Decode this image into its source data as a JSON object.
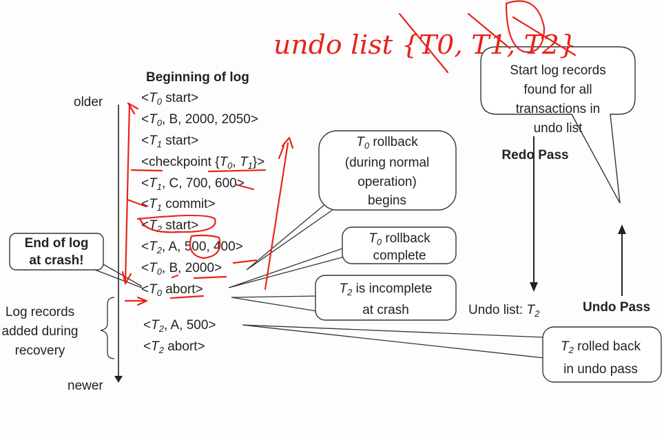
{
  "log": {
    "heading": "Beginning of log",
    "entries": [
      {
        "pre": "<",
        "t": "T",
        "sub": "0",
        "post": " start>"
      },
      {
        "pre": "<",
        "t": "T",
        "sub": "0",
        "post": ", B, 2000, 2050>"
      },
      {
        "pre": "<",
        "t": "T",
        "sub": "1",
        "post": " start>"
      },
      {
        "pre": "<checkpoint {",
        "t": "T",
        "sub": "0",
        "mid": ", ",
        "t2": "T",
        "sub2": "1",
        "post": "}>"
      },
      {
        "pre": "<",
        "t": "T",
        "sub": "1",
        "post": ", C, 700, 600>"
      },
      {
        "pre": "<",
        "t": "T",
        "sub": "1",
        "post": " commit>"
      },
      {
        "pre": "<",
        "t": "T",
        "sub": "2",
        "post": " start>"
      },
      {
        "pre": "<",
        "t": "T",
        "sub": "2",
        "post": ", A, 500, 400>"
      },
      {
        "pre": "<",
        "t": "T",
        "sub": "0",
        "post": ", B, 2000>"
      },
      {
        "pre": "<",
        "t": "T",
        "sub": "0",
        "post": " abort>"
      },
      {
        "pre": "<",
        "t": "T",
        "sub": "2",
        "post": ", A, 500>"
      },
      {
        "pre": "<",
        "t": "T",
        "sub": "2",
        "post": " abort>"
      }
    ]
  },
  "axis": {
    "older": "older",
    "newer": "newer"
  },
  "end_of_log": {
    "line1": "End of log",
    "line2": "at crash!"
  },
  "recovery_label": [
    "Log records",
    "added during",
    "recovery"
  ],
  "callouts": {
    "rollback_begins": {
      "t": "T",
      "sub": "0",
      "l1": "  rollback",
      "l2": "(during normal",
      "l3": "operation)",
      "l4": "begins"
    },
    "rollback_complete": {
      "t": "T",
      "sub": "0",
      "l1": "  rollback",
      "l2": "complete"
    },
    "incomplete": {
      "t": "T",
      "sub": "2",
      "l1": " is incomplete",
      "l2": "at crash"
    },
    "rolled_back": {
      "t": "T",
      "sub": "2",
      "l1": " rolled back",
      "l2": "in undo pass"
    },
    "start_records": [
      "Start log records",
      "found for all",
      "transactions in",
      "undo list"
    ]
  },
  "passes": {
    "redo": "Redo Pass",
    "undo": "Undo Pass",
    "undo_list_label": "Undo list: ",
    "undo_list_t": "T",
    "undo_list_sub": "2"
  },
  "handwritten_annotation": "undo list {T0, T1, T2}",
  "colors": {
    "annotation": "#e8221a",
    "text": "#222222"
  }
}
